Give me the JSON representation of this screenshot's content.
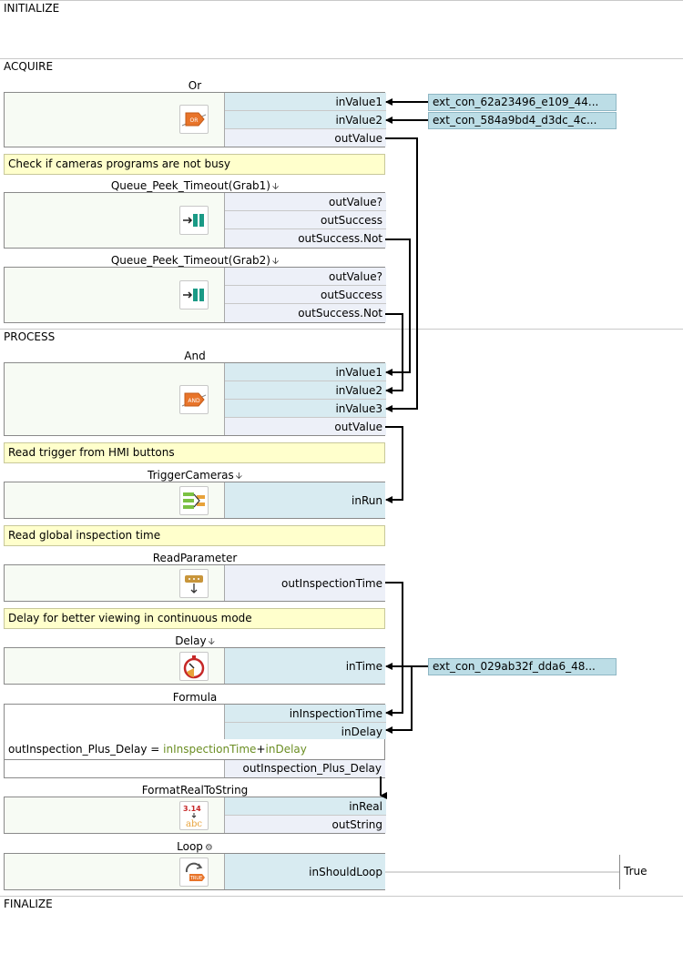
{
  "sections": {
    "initialize": "INITIALIZE",
    "acquire": "ACQUIRE",
    "process": "PROCESS",
    "finalize": "FINALIZE"
  },
  "blocks": {
    "or": {
      "title": "Or",
      "icon_text": "OR",
      "ports": [
        "inValue1",
        "inValue2",
        "outValue"
      ]
    },
    "peek1": {
      "title": "Queue_Peek_Timeout(Grab1)",
      "ports": [
        "outValue?",
        "outSuccess",
        "outSuccess.Not"
      ]
    },
    "peek2": {
      "title": "Queue_Peek_Timeout(Grab2)",
      "ports": [
        "outValue?",
        "outSuccess",
        "outSuccess.Not"
      ]
    },
    "and": {
      "title": "And",
      "icon_text": "AND",
      "ports": [
        "inValue1",
        "inValue2",
        "inValue3",
        "outValue"
      ]
    },
    "trigger": {
      "title": "TriggerCameras",
      "ports": [
        "inRun"
      ]
    },
    "read_param": {
      "title": "ReadParameter",
      "ports": [
        "outInspectionTime"
      ]
    },
    "delay": {
      "title": "Delay",
      "ports": [
        "inTime"
      ]
    },
    "formula": {
      "title": "Formula",
      "ports": [
        "inInspectionTime",
        "inDelay"
      ],
      "expr_prefix": "outInspection_Plus_Delay = ",
      "expr_a": "inInspectionTime",
      "expr_op": "+",
      "expr_b": "inDelay",
      "output": "outInspection_Plus_Delay"
    },
    "format": {
      "title": "FormatRealToString",
      "icon_top": "3.14",
      "icon_bottom": "abc",
      "ports": [
        "inReal",
        "outString"
      ]
    },
    "loop": {
      "title": "Loop",
      "icon_text": "TRUE",
      "ports": [
        "inShouldLoop"
      ],
      "value": "True"
    }
  },
  "comments": {
    "busy": "Check if cameras programs are not busy",
    "trigger": "Read trigger from HMI buttons",
    "time": "Read global inspection time",
    "delay": "Delay for better viewing in continuous mode"
  },
  "externals": {
    "ext1": "ext_con_62a23496_e109_44...",
    "ext2": "ext_con_584a9bd4_d3dc_4c...",
    "ext3": "ext_con_029ab32f_dda6_48..."
  },
  "icons": {
    "merge_marker": "down-arrow-icon",
    "loop_marker": "gear-icon"
  }
}
